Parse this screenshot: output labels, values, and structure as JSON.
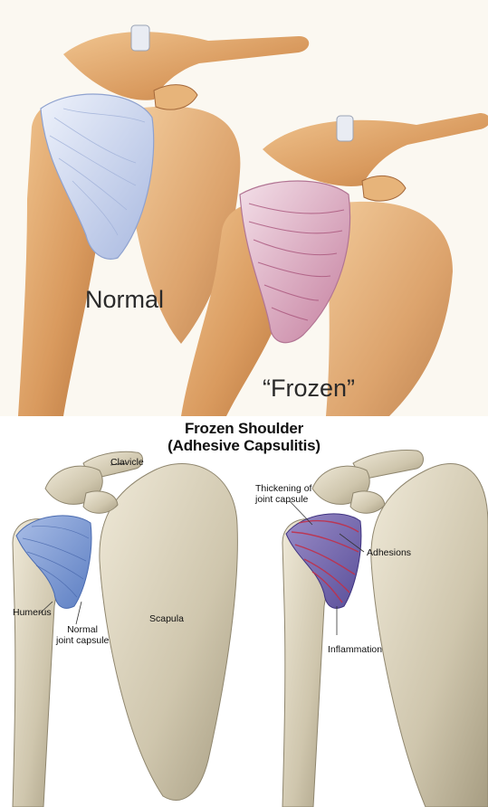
{
  "top_panel": {
    "normal_label": "Normal",
    "frozen_label": "“Frozen”"
  },
  "bottom_panel": {
    "title_line1": "Frozen Shoulder",
    "title_line2": "(Adhesive Capsulitis)",
    "labels": {
      "clavicle": "Clavicle",
      "humerus": "Humerus",
      "scapula": "Scapula",
      "normal_capsule_line1": "Normal",
      "normal_capsule_line2": "joint capsule",
      "thickening_line1": "Thickening of",
      "thickening_line2": "joint capsule",
      "adhesions": "Adhesions",
      "inflammation": "Inflammation"
    }
  },
  "colors": {
    "bone_warm": "#d9a067",
    "bone_gray": "#cfc6ad",
    "capsule_normal": "#8fa7d6",
    "capsule_frozen": "#c98aa8",
    "inflammation_red": "#c0304a"
  }
}
